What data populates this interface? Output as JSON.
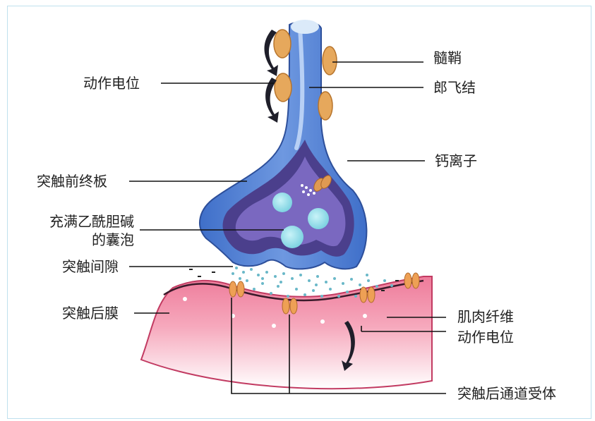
{
  "labels": {
    "myelin": "髓鞘",
    "action_potential_top": "动作电位",
    "node_ranvier": "郎飞结",
    "calcium": "钙离子",
    "presynaptic": "突触前终板",
    "vesicle_line1": "充满乙酰胆碱",
    "vesicle_line2": "的囊泡",
    "cleft": "突触间隙",
    "postsynaptic": "突触后膜",
    "muscle": "肌肉纤维",
    "action_potential_bottom": "动作电位",
    "receptor": "突触后通道受体"
  },
  "colors": {
    "axon": "#5b86d6",
    "axon_light": "#a9c4f0",
    "terminal_inner": "#4a3f8f",
    "vesicle": "#9ee2ec",
    "myelin": "#e9a95a",
    "muscle": "#f08aa6",
    "muscle_light": "#fbd3de",
    "receptor": "#eea055"
  }
}
